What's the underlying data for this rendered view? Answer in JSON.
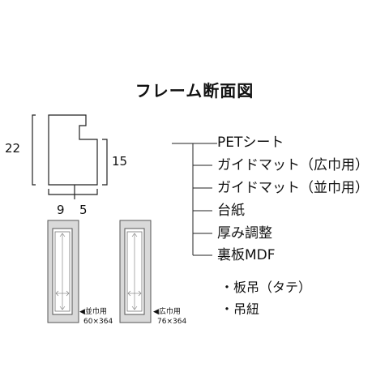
{
  "title": "フレーム断面図",
  "dimensions": {
    "height_outer": "22",
    "height_inner": "15",
    "width_a": "9",
    "width_b": "5"
  },
  "layers": [
    "PETシート",
    "ガイドマット（広巾用）",
    "ガイドマット（並巾用）",
    "台紙",
    "厚み調整",
    "裏板MDF"
  ],
  "accessories": [
    "・板吊（タテ）",
    "・吊紐"
  ],
  "mats": [
    {
      "label": "◀並巾用",
      "size": "60×364"
    },
    {
      "label": "◀広巾用",
      "size": "76×364"
    }
  ]
}
